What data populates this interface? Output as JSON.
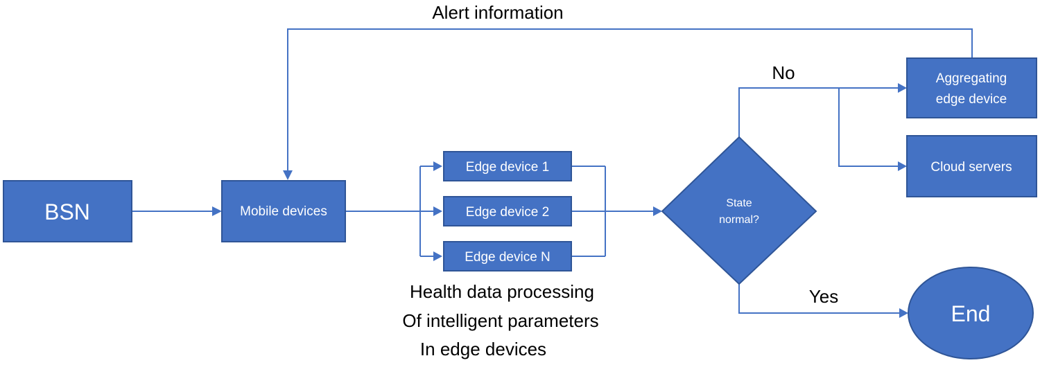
{
  "nodes": {
    "bsn": "BSN",
    "mobile": "Mobile devices",
    "edge1": "Edge device 1",
    "edge2": "Edge device 2",
    "edgeN": "Edge device N",
    "decision_line1": "State",
    "decision_line2": "normal?",
    "aggregating_line1": "Aggregating",
    "aggregating_line2": "edge device",
    "cloud": "Cloud servers",
    "end": "End"
  },
  "labels": {
    "alert": "Alert information",
    "no": "No",
    "yes": "Yes",
    "caption_line1": "Health data processing",
    "caption_line2": "Of intelligent parameters",
    "caption_line3": "In edge devices"
  },
  "colors": {
    "node_fill": "#4472C4",
    "node_border": "#2F5597",
    "edge": "#4472C4",
    "node_text": "#ffffff",
    "label_text": "#000000"
  }
}
